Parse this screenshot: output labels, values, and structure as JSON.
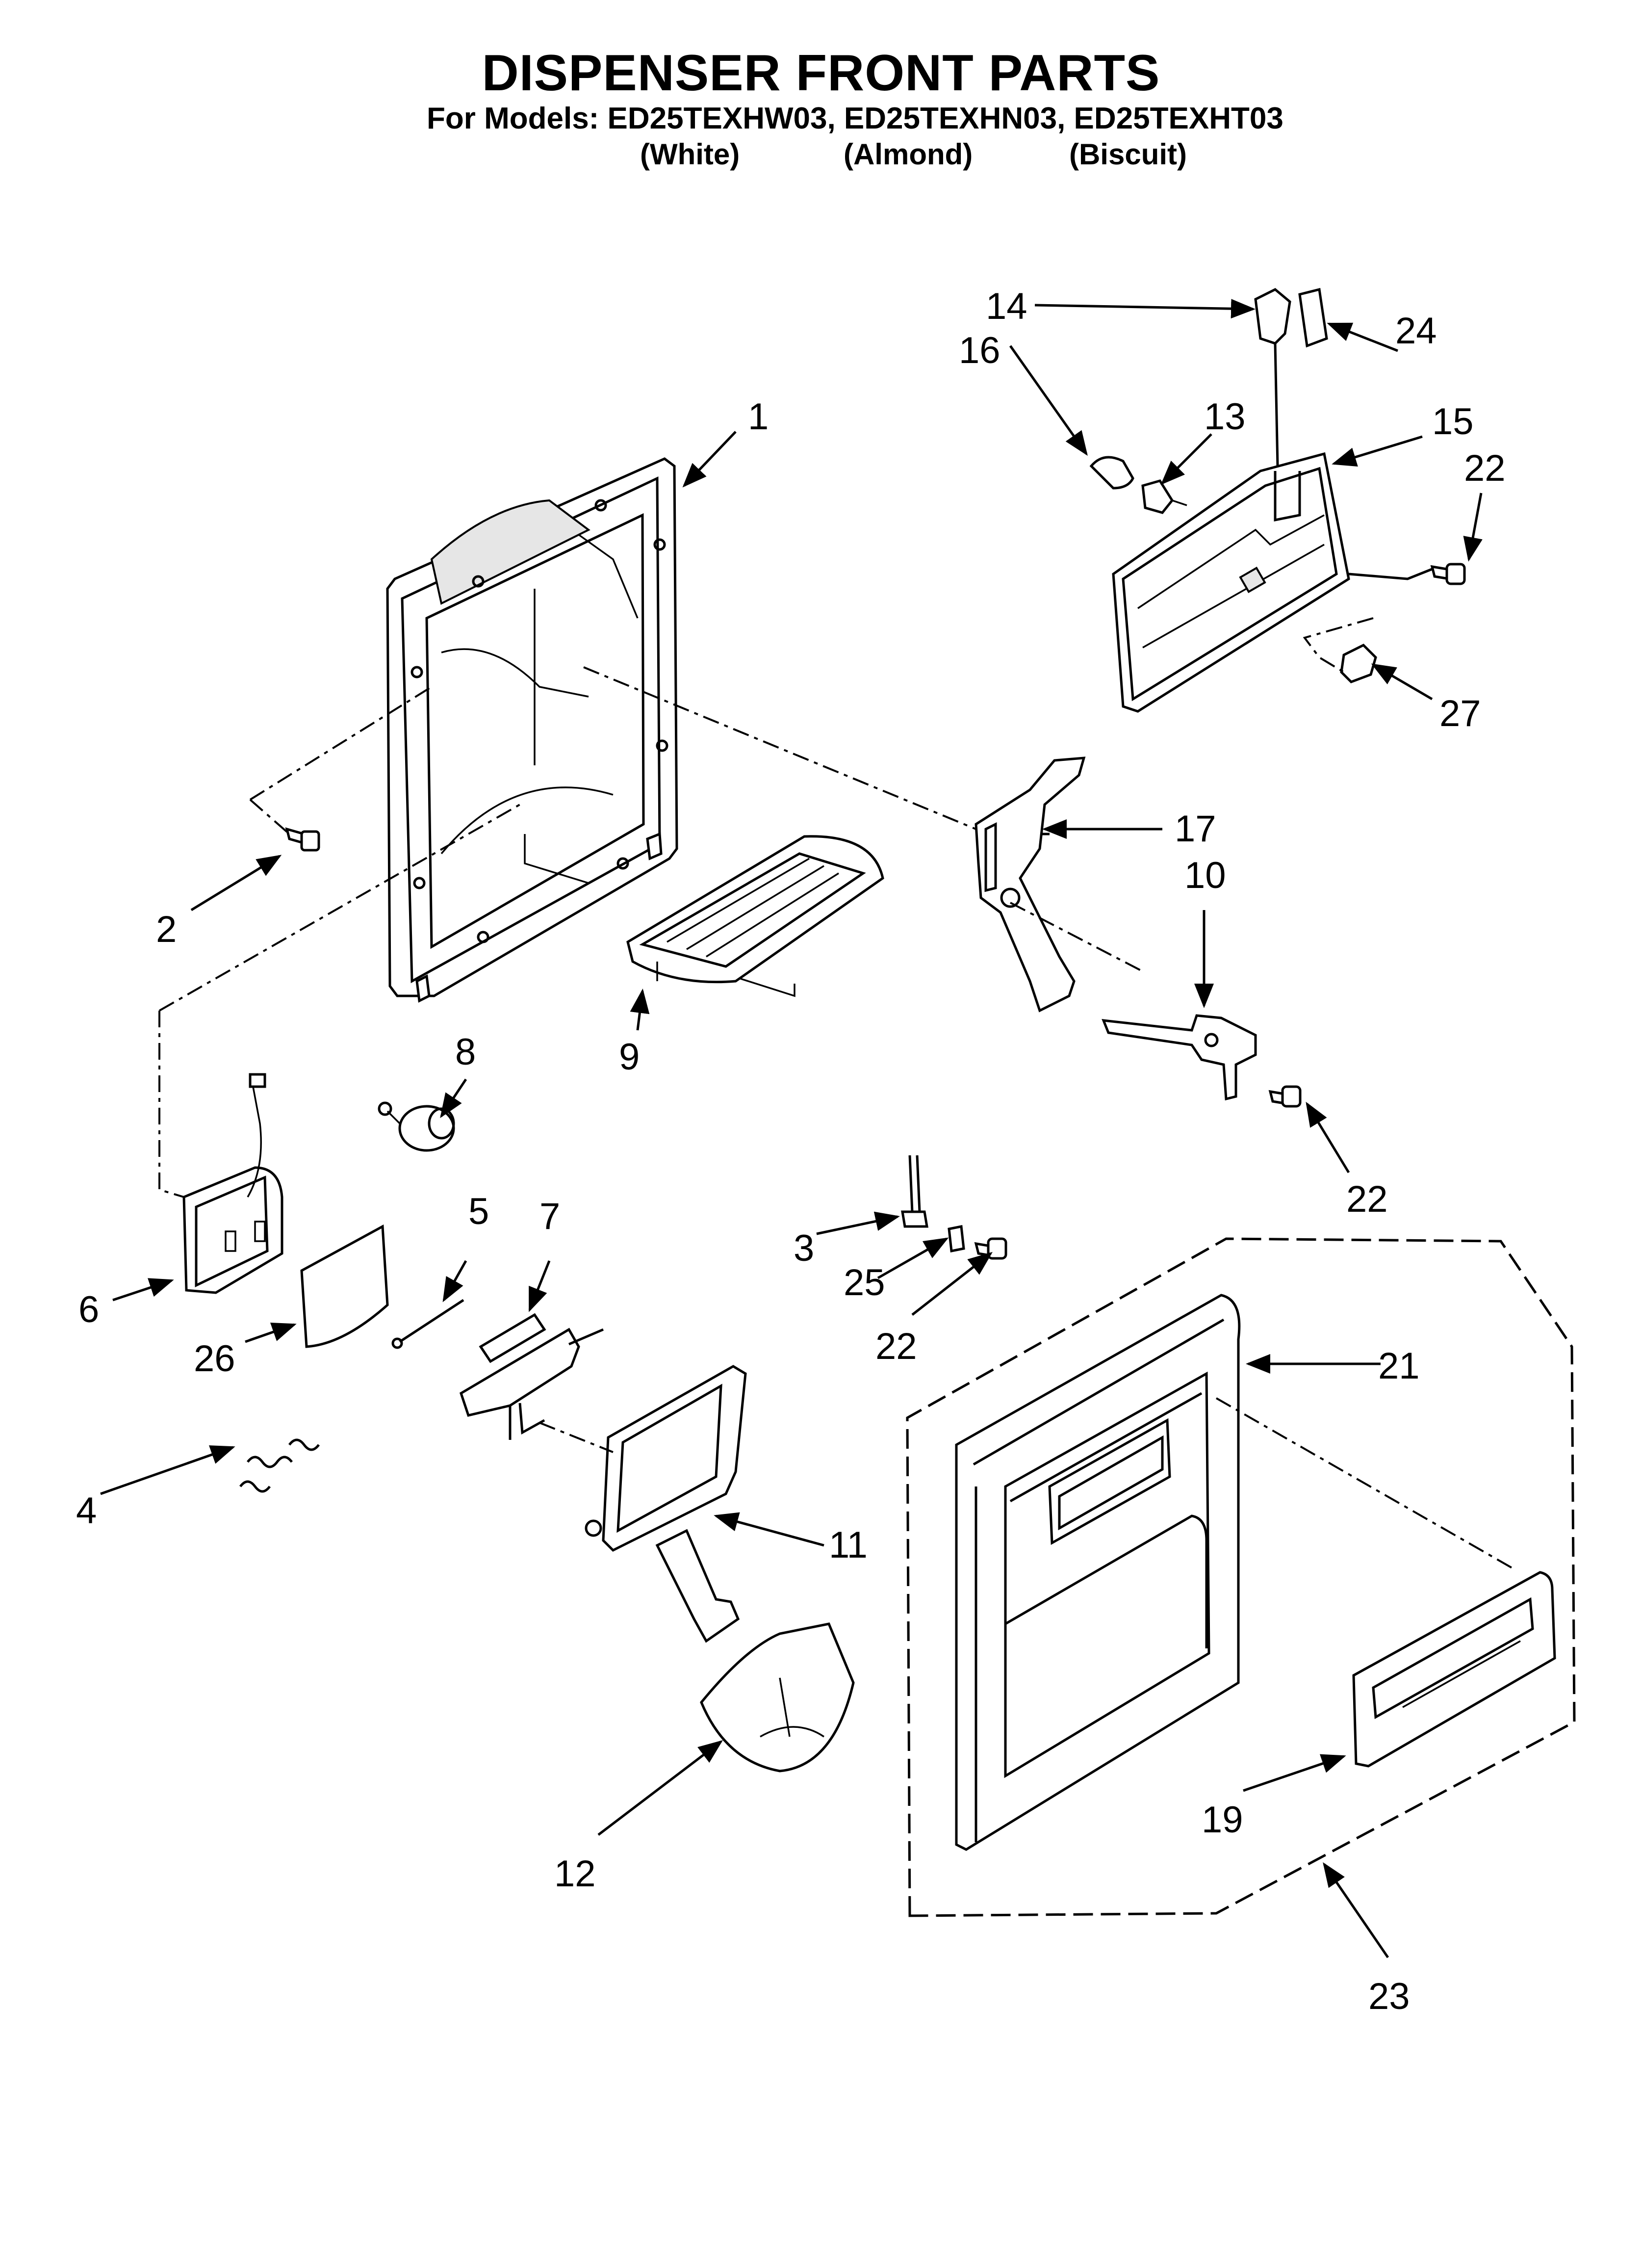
{
  "header": {
    "title": "DISPENSER FRONT PARTS",
    "models": "For Models: ED25TEXHW03, ED25TEXHN03, ED25TEXHT03",
    "variants": [
      "(White)",
      "(Almond)",
      "(Biscuit)"
    ]
  },
  "callouts": {
    "c1": "1",
    "c2": "2",
    "c3": "3",
    "c4": "4",
    "c5": "5",
    "c6": "6",
    "c7": "7",
    "c8": "8",
    "c9": "9",
    "c10": "10",
    "c11": "11",
    "c12": "12",
    "c13": "13",
    "c14": "14",
    "c15": "15",
    "c16": "16",
    "c17": "17",
    "c19": "19",
    "c21": "21",
    "c22a": "22",
    "c22b": "22",
    "c22c": "22",
    "c23": "23",
    "c24": "24",
    "c25": "25",
    "c26": "26",
    "c27": "27"
  }
}
